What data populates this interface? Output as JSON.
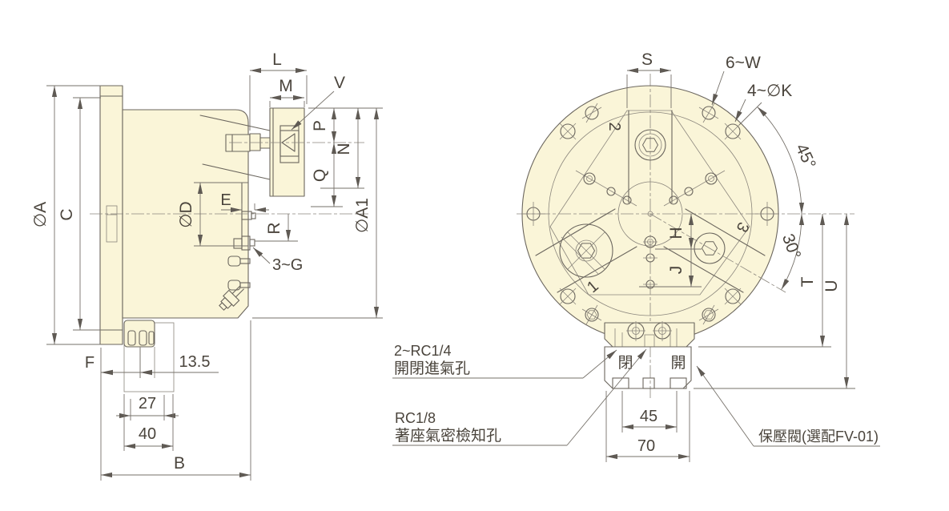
{
  "lv": {
    "L": "L",
    "M": "M",
    "V": "V",
    "P": "P",
    "N": "N",
    "Q": "Q",
    "A1": "∅A1",
    "A": "∅A",
    "C": "C",
    "D": "∅D",
    "E": "E",
    "R": "R",
    "G": "3~G",
    "F": "F",
    "d135": "13.5",
    "d27": "27",
    "d40": "40",
    "B": "B"
  },
  "rv": {
    "S": "S",
    "W": "6~W",
    "K": "4~∅K",
    "a45": "45°",
    "a30": "30°",
    "H": "H",
    "J": "J",
    "T": "T",
    "U": "U",
    "d45": "45",
    "d70": "70",
    "close": "閉",
    "open": "開",
    "jaw1": "1",
    "jaw2": "2",
    "jaw3": "3"
  },
  "notes": {
    "rc14_1": "2~RC1/4",
    "rc14_2": "開閉進氣孔",
    "rc18_1": "RC1/8",
    "rc18_2": "著座氣密檢知孔",
    "valve": "保壓閥(選配FV-01)"
  },
  "colors": {
    "body_fill": "#FAF5D8",
    "line": "#6B665E",
    "dim": "#76716A",
    "text": "#4A443C"
  }
}
